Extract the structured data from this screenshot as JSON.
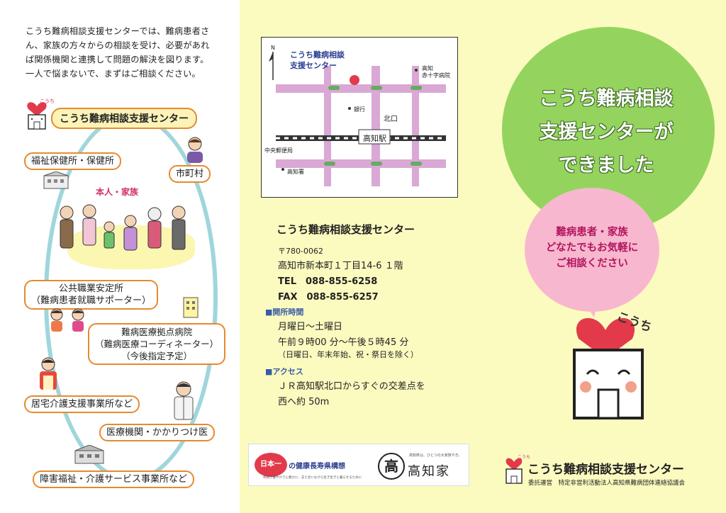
{
  "intro": [
    "こうち難病相談支援センターでは、難病患者さ",
    "ん、家族の方々からの相談を受け、必要があれ",
    "ば関係機関と連携して問題の解決を図ります。",
    "一人で悩まないで、まずはご相談ください。"
  ],
  "diagram": {
    "logo_kochi": "こうち",
    "center_label": "こうち難病相談支援センター",
    "family_label": "本人・家族",
    "nodes": {
      "welfare": "福祉保健所・保健所",
      "city": "市町村",
      "employment_1": "公共職業安定所",
      "employment_2": "（難病患者就職サポーター）",
      "hospital_1": "難病医療拠点病院",
      "hospital_2": "（難病医療コーディネーター）",
      "hospital_3": "（今後指定予定）",
      "care": "居宅介護支援事業所など",
      "medical": "医療機関・かかりつけ医",
      "disability": "障害福祉・介護サービス事業所など"
    }
  },
  "map": {
    "north": "N",
    "center_1": "こうち難病相談",
    "center_2": "支援センター",
    "hospital_1": "高知",
    "hospital_2": "赤十字病院",
    "bank": "銀行",
    "north_exit": "北口",
    "station": "高知駅",
    "post": "中央郵便局",
    "police": "高知署"
  },
  "info": {
    "title": "こうち難病相談支援センター",
    "zip": "〒780-0062",
    "address": "高知市新本町１丁目14-6 １階",
    "tel": "TEL　088-855-6258",
    "fax": "FAX　088-855-6257",
    "hours_head": "■開所時間",
    "days": "月曜日～土曜日",
    "hours": "午前９時00 分～午後５時45 分",
    "closed": "（日曜日、年末年始、祝・祭日を除く）",
    "access_head": "■アクセス",
    "access_1": "ＪＲ高知駅北口からすぐの交差点を",
    "access_2": "西へ約 50m"
  },
  "logos": {
    "nippon": "日本一",
    "kenko": "の健康長寿県構想",
    "kenko_sub": "県民が健やかで心豊かに、支え合いながら生き生きと暮らせるために",
    "koka_mark": "高",
    "kochike": "高知家",
    "kochike_sub": "高知県は、ひとつの大家族やき。"
  },
  "right": {
    "headline_1": "こうち難病相談",
    "headline_2": "支援センターが",
    "headline_3": "できました",
    "sub_1": "難病患者・家族",
    "sub_2": "どなたでもお気軽に",
    "sub_3": "ご相談ください",
    "mascot_label": "こうち",
    "footer_kochi": "こうち",
    "footer_name": "こうち難病相談支援センター",
    "footer_sub": "委託運営　特定非営利活動法人高知県難病団体連絡協議会"
  },
  "colors": {
    "pink": "#d2306e",
    "green": "#94d45e",
    "cream": "#fbfbc0",
    "orange": "#e68a2e",
    "red": "#e23a4a"
  }
}
